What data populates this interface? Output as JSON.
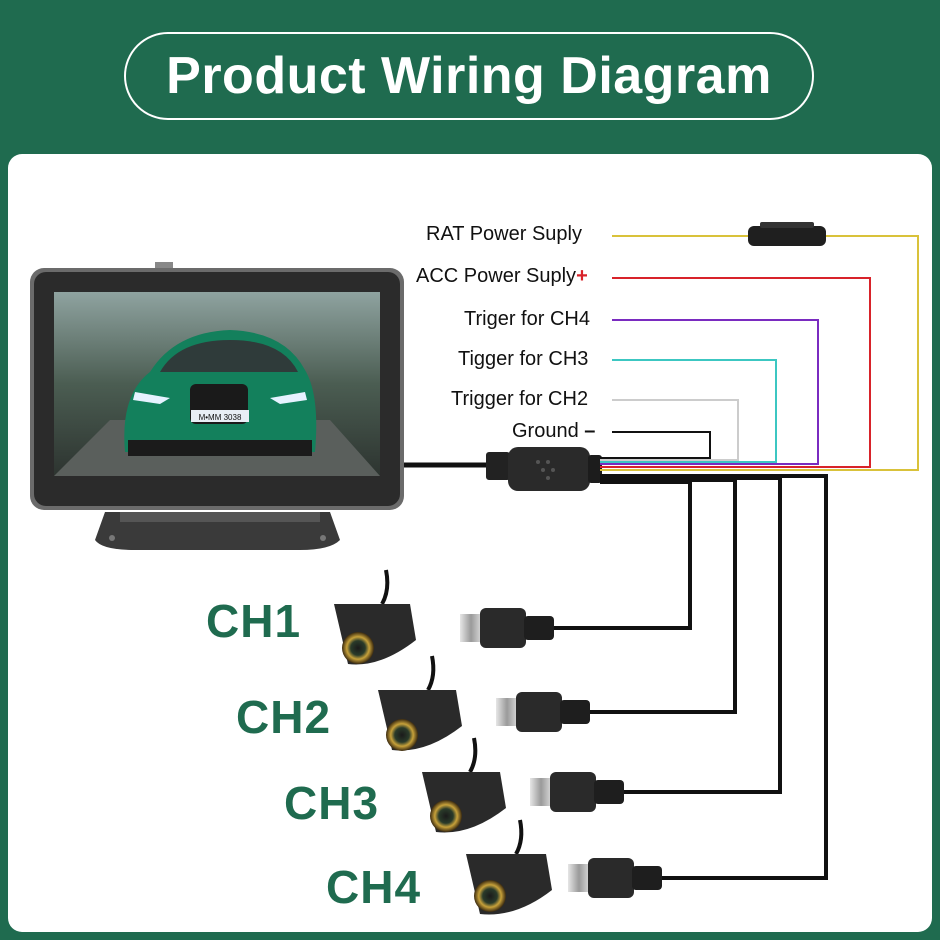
{
  "title": "Product Wiring Diagram",
  "wires": [
    {
      "id": "rat",
      "label": "RAT Power Suply",
      "sign": "",
      "color": "#d9c23a"
    },
    {
      "id": "acc",
      "label": "ACC Power Suply",
      "sign": "+",
      "color": "#d8232a"
    },
    {
      "id": "ch4",
      "label": "Triger for CH4",
      "sign": "",
      "color": "#7a2bc0"
    },
    {
      "id": "ch3",
      "label": "Tigger for CH3",
      "sign": "",
      "color": "#3cc7c2"
    },
    {
      "id": "ch2",
      "label": "Trigger for CH2",
      "sign": "",
      "color": "#cccccc"
    },
    {
      "id": "gnd",
      "label": "Ground",
      "sign": "–",
      "color": "#111111"
    }
  ],
  "channels": [
    {
      "label": "CH1"
    },
    {
      "label": "CH2"
    },
    {
      "label": "CH3"
    },
    {
      "label": "CH4"
    }
  ],
  "monitor": {
    "plate_text": "M•MM 3038"
  },
  "colors": {
    "brand_green": "#1f6b4f",
    "panel": "#ffffff"
  }
}
